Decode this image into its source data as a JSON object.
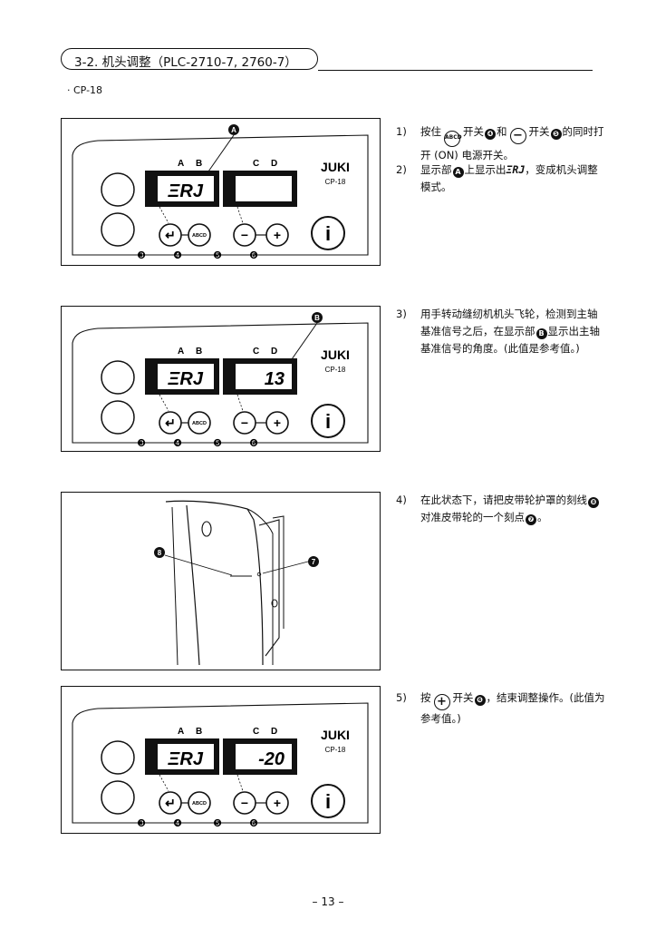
{
  "section": {
    "title": "3-2. 机头调整（PLC-2710-7, 2760-7）",
    "bullet": "· CP-18"
  },
  "panel": {
    "brand": "JUKI",
    "model": "CP-18",
    "label_a": "A",
    "label_b": "B",
    "label_c": "C",
    "label_d": "D",
    "abcd": "ABCD",
    "callouts": [
      "❸",
      "❹",
      "❺",
      "❻"
    ]
  },
  "figures": [
    {
      "display_ab": "ΞRJ",
      "display_cd": "",
      "marker": "A"
    },
    {
      "display_ab": "ΞRJ",
      "display_cd": "13",
      "marker": "B"
    },
    {
      "markers": [
        "❽",
        "❼"
      ]
    },
    {
      "display_ab": "ΞRJ",
      "display_cd": "-20"
    }
  ],
  "steps": [
    {
      "num": "1)",
      "parts": [
        "按住",
        "开关",
        "和",
        "开关",
        "的同时打开 (ON) 电源开关。"
      ],
      "circ": [
        "❹",
        "❺"
      ]
    },
    {
      "num": "2)",
      "parts": [
        "显示部",
        "上显示出",
        "，变成机头调整模式。"
      ],
      "circ": [
        "A"
      ],
      "disp": "ΞRJ"
    },
    {
      "num": "3)",
      "parts": [
        "用手转动缝纫机机头飞轮，检测到主轴基准信号之后，在显示部",
        "显示出主轴基准信号的角度。(此值是参考值。)"
      ],
      "circ": [
        "B"
      ]
    },
    {
      "num": "4)",
      "parts": [
        "在此状态下，请把皮带轮护罩的刻线",
        "对准皮带轮的一个刻点",
        "。"
      ],
      "circ": [
        "❽",
        "❼"
      ]
    },
    {
      "num": "5)",
      "parts": [
        "按",
        "开关",
        "，结束调整操作。(此值为参考值。)"
      ],
      "circ": [
        "❻"
      ]
    }
  ],
  "page_number": "– 13 –"
}
